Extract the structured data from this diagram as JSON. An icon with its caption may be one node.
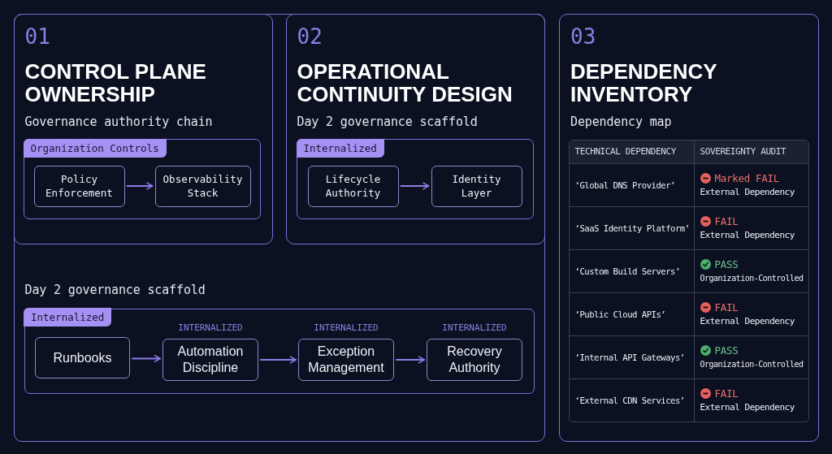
{
  "diagram": {
    "nodes": [
      {
        "text": [],
        "shape": "box"
      },
      {
        "text": [
          "01",
          "CONTROL PLANE OWNERSHIP",
          "Governance authority chain"
        ],
        "in": 0
      },
      {
        "text": [
          "Organization Controls"
        ],
        "in": 1
      },
      {
        "text": [
          "Policy Enforcement"
        ],
        "in": 2
      },
      {
        "text": [
          "Observability Stack"
        ],
        "in": 2
      },
      {
        "text": [
          "02",
          "OPERATIONAL CONTINUITY DESIGN",
          "Day 2 governance scaffold"
        ],
        "in": 0
      },
      {
        "text": [
          "Internalized"
        ],
        "in": 5
      },
      {
        "text": [
          "Lifecycle Authority"
        ],
        "in": 6
      },
      {
        "text": [
          "Identity Layer"
        ],
        "in": 6
      },
      {
        "text": [
          "03",
          "DEPENDENCY INVENTORY",
          "Dependency map"
        ]
      },
      {
        "text": [
          "Day 2 governance scaffold",
          "Internalized"
        ],
        "in": 0
      },
      {
        "text": [
          "Runbooks"
        ],
        "in": 10
      },
      {
        "text": [
          "Automation Discipline"
        ],
        "beside": [
          "INTERNALIZED"
        ],
        "in": 10
      },
      {
        "text": [
          "Exception Management"
        ],
        "beside": [
          "INTERNALIZED"
        ],
        "in": 10
      },
      {
        "text": [
          "Recovery Authority"
        ],
        "beside": [
          "INTERNALIZED"
        ],
        "in": 10
      }
    ],
    "edges": [
      {
        "from": 3,
        "to": 4,
        "arrow": "to"
      },
      {
        "from": 7,
        "to": 8,
        "arrow": "to"
      },
      {
        "from": 11,
        "to": 12,
        "arrow": "to"
      },
      {
        "from": 12,
        "to": 13,
        "arrow": "to"
      },
      {
        "from": 13,
        "to": 14,
        "arrow": "to"
      }
    ],
    "labels": [
      "TECHNICAL DEPENDENCY",
      "SOVEREIGNTY AUDIT",
      "‘Global DNS Provider’",
      "Marked FAIL",
      "External Dependency",
      "‘SaaS Identity Platform’",
      "FAIL",
      "External Dependency",
      "‘Custom Build Servers’",
      "PASS",
      "Organization-Controlled",
      "‘Public Cloud APIs’",
      "FAIL",
      "External Dependency",
      "‘Internal API Gateways’",
      "PASS",
      "Organization-Controlled",
      "‘External CDN Services’",
      "FAIL",
      "External Dependency"
    ]
  }
}
